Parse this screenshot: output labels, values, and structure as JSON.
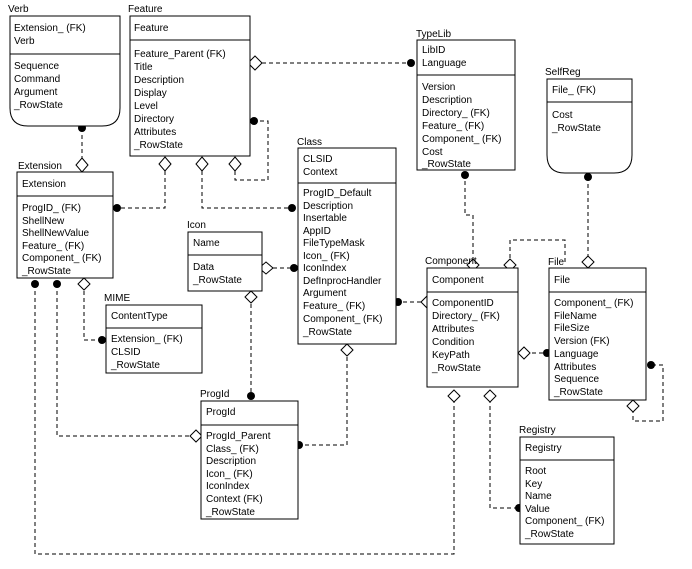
{
  "entities": {
    "verb": {
      "title": "Verb",
      "keys": [
        "Extension_ (FK)",
        "Verb"
      ],
      "attributes": [
        "Sequence",
        "Command",
        "Argument",
        "_RowState"
      ]
    },
    "feature": {
      "title": "Feature",
      "keys": [
        "Feature"
      ],
      "attributes": [
        "Feature_Parent (FK)",
        "Title",
        "Description",
        "Display",
        "Level",
        "Directory",
        "Attributes",
        "_RowState"
      ]
    },
    "typelib": {
      "title": "TypeLib",
      "keys": [
        "LibID",
        "Language"
      ],
      "attributes": [
        "Version",
        "Description",
        "Directory_ (FK)",
        "Feature_ (FK)",
        "Component_ (FK)",
        "Cost",
        "_RowState"
      ]
    },
    "selfreg": {
      "title": "SelfReg",
      "keys": [
        "File_ (FK)"
      ],
      "attributes": [
        "Cost",
        "_RowState"
      ]
    },
    "extension": {
      "title": "Extension",
      "keys": [
        "Extension"
      ],
      "attributes": [
        "ProgID_ (FK)",
        "ShellNew",
        "ShellNewValue",
        "Feature_ (FK)",
        "Component_ (FK)",
        "_RowState"
      ]
    },
    "class": {
      "title": "Class",
      "keys": [
        "CLSID",
        "Context"
      ],
      "attributes": [
        "ProgID_Default",
        "Description",
        "Insertable",
        "AppID",
        "FileTypeMask",
        "Icon_ (FK)",
        "IconIndex",
        "DefInprocHandler",
        "Argument",
        "Feature_ (FK)",
        "Component_ (FK)",
        "_RowState"
      ]
    },
    "icon": {
      "title": "Icon",
      "keys": [
        "Name"
      ],
      "attributes": [
        "Data",
        "_RowState"
      ]
    },
    "component": {
      "title": "Component",
      "keys": [
        "Component"
      ],
      "attributes": [
        "ComponentID",
        "Directory_ (FK)",
        "Attributes",
        "Condition",
        "KeyPath",
        "_RowState"
      ]
    },
    "file": {
      "title": "File",
      "keys": [
        "File"
      ],
      "attributes": [
        "Component_ (FK)",
        "FileName",
        "FileSize",
        "Version (FK)",
        "Language",
        "Attributes",
        "Sequence",
        "_RowState"
      ]
    },
    "mime": {
      "title": "MIME",
      "keys": [
        "ContentType"
      ],
      "attributes": [
        "Extension_ (FK)",
        "CLSID",
        "_RowState"
      ]
    },
    "progid": {
      "title": "ProgId",
      "keys": [
        "ProgId"
      ],
      "attributes": [
        "ProgId_Parent",
        "Class_ (FK)",
        "Description",
        "Icon_ (FK)",
        "IconIndex",
        "Context (FK)",
        "_RowState"
      ]
    },
    "registry": {
      "title": "Registry",
      "keys": [
        "Registry"
      ],
      "attributes": [
        "Root",
        "Key",
        "Name",
        "Value",
        "Component_ (FK)",
        "_RowState"
      ]
    }
  }
}
